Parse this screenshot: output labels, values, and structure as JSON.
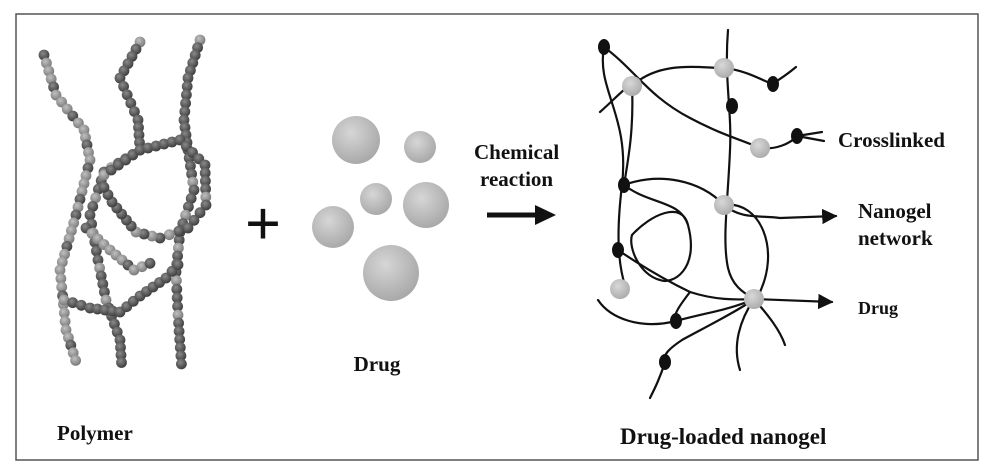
{
  "labels": {
    "polymer": "Polymer",
    "drug": "Drug",
    "reaction_line1": "Chemical",
    "reaction_line2": "reaction",
    "product": "Drug-loaded nanogel",
    "crosslinked": "Crosslinked",
    "nanogel_line1": "Nanogel",
    "nanogel_line2": "network",
    "drug_pointer": "Drug"
  },
  "symbols": {
    "plus": "+"
  },
  "colors": {
    "border": "#555555",
    "bead_dark": "#555555",
    "bead_light": "#8f8f8f",
    "drug_particle": "#b8b8b8",
    "crosslink_node": "#111111",
    "drug_node": "#bdbdbd",
    "text": "#111111"
  }
}
